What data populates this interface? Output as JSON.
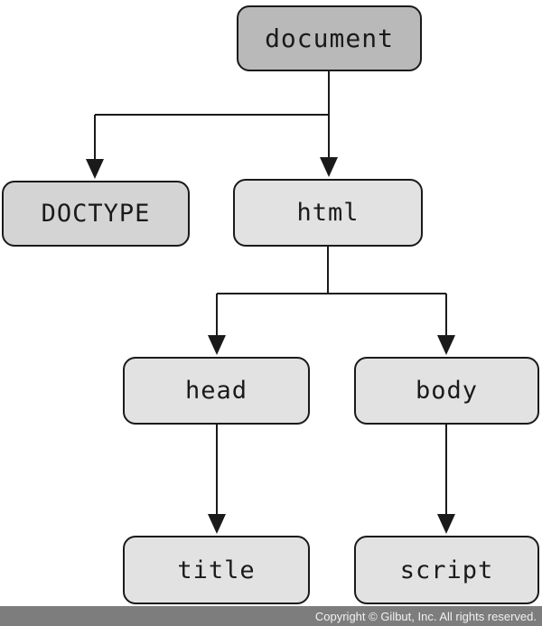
{
  "nodes": {
    "document": {
      "label": "document",
      "fill": "#b9b9b9"
    },
    "doctype": {
      "label": "DOCTYPE",
      "fill": "#d4d4d4"
    },
    "html": {
      "label": "html",
      "fill": "#e2e2e2"
    },
    "head": {
      "label": "head",
      "fill": "#e2e2e2"
    },
    "body": {
      "label": "body",
      "fill": "#e2e2e2"
    },
    "title": {
      "label": "title",
      "fill": "#e2e2e2"
    },
    "script": {
      "label": "script",
      "fill": "#e2e2e2"
    }
  },
  "edges": [
    {
      "from": "document",
      "to": "doctype"
    },
    {
      "from": "document",
      "to": "html"
    },
    {
      "from": "html",
      "to": "head"
    },
    {
      "from": "html",
      "to": "body"
    },
    {
      "from": "head",
      "to": "title"
    },
    {
      "from": "body",
      "to": "script"
    }
  ],
  "colors": {
    "background": "#ffffff",
    "line": "#1a1a1a",
    "node_border": "#1a1a1a",
    "footer_bg": "#7d7d7d",
    "footer_text": "#f2f2f2"
  },
  "footer": {
    "copyright": "Copyright © Gilbut, Inc. All rights reserved."
  }
}
